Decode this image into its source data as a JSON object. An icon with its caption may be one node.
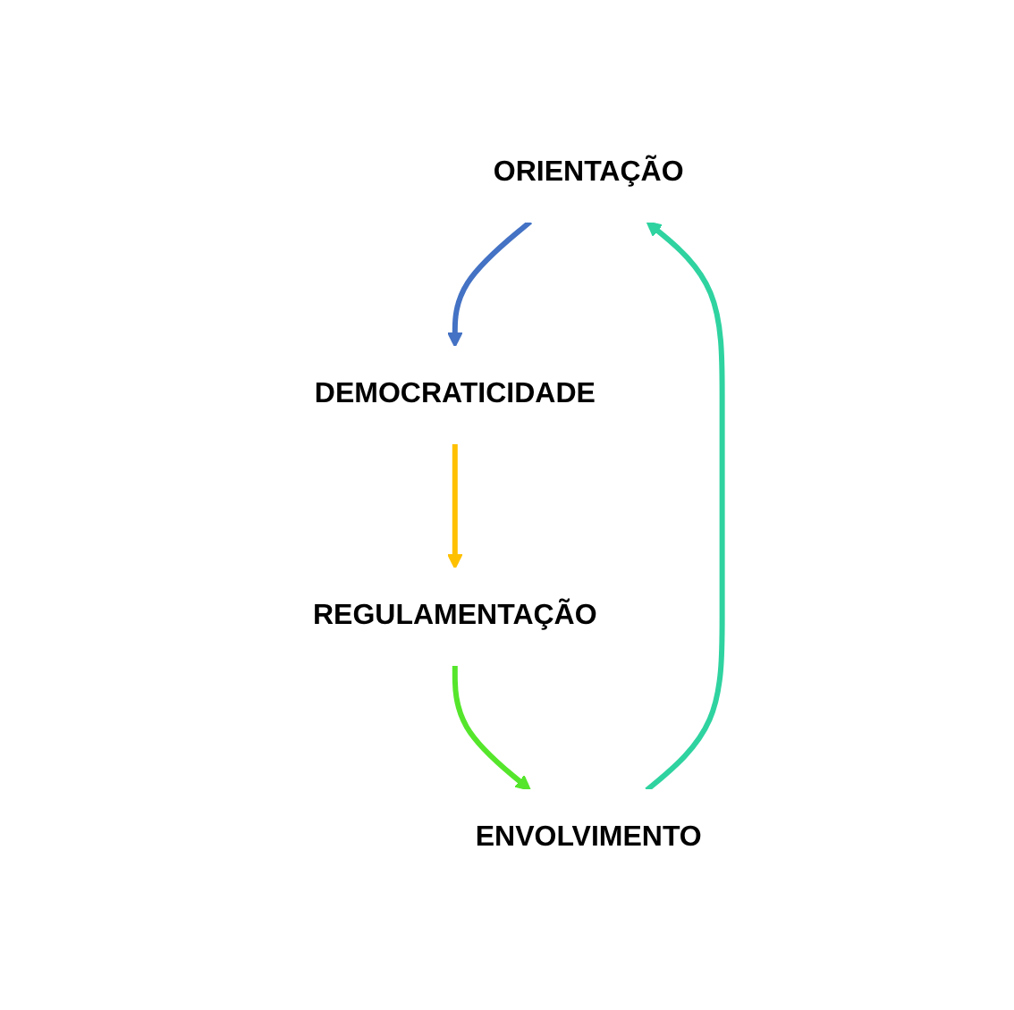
{
  "diagram": {
    "nodes": [
      {
        "text": [
          "ORIENTAÇÃO"
        ]
      },
      {
        "text": [
          "DEMOCRATICIDADE"
        ]
      },
      {
        "text": [
          "REGULAMENTAÇÃO"
        ]
      },
      {
        "text": [
          "ENVOLVIMENTO"
        ]
      }
    ],
    "edges": [
      {
        "from": 0,
        "to": 1,
        "arrow": "to",
        "color": "#4472c4"
      },
      {
        "from": 1,
        "to": 2,
        "arrow": "to",
        "color": "#ffc000"
      },
      {
        "from": 2,
        "to": 3,
        "arrow": "to",
        "color": "#55e62c"
      },
      {
        "from": 3,
        "to": 0,
        "arrow": "to",
        "color": "#2fd3a0"
      }
    ]
  }
}
